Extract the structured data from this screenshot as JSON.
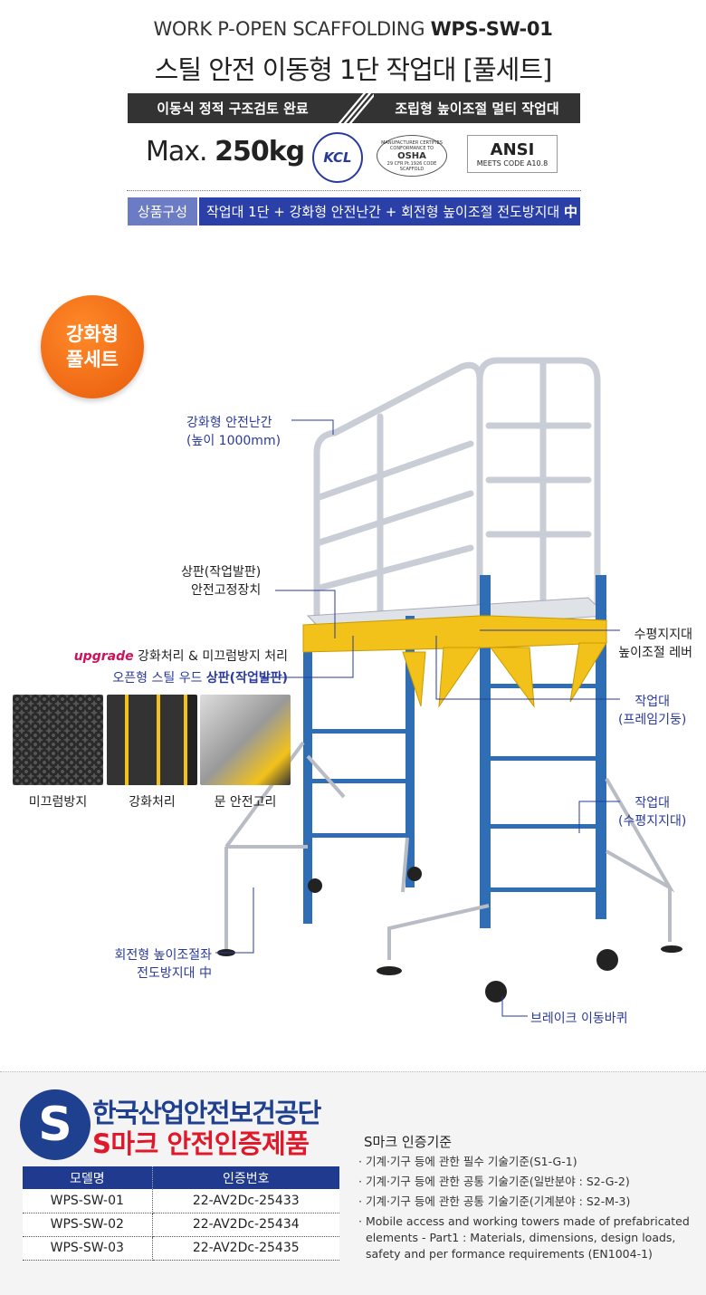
{
  "header": {
    "subtitle_prefix": "WORK P-OPEN SCAFFOLDING",
    "model": "WPS-SW-01",
    "title": "스틸 안전 이동형 1단 작업대 [풀세트]"
  },
  "banner": {
    "left": "이동식 정적 구조검토 완료",
    "right": "조립형 높이조절 멀티 작업대"
  },
  "capacity": {
    "prefix": "Max.",
    "value": "250kg"
  },
  "certs": {
    "kcl": "KCL",
    "osha_top": "MANUFACTURER CERTIFIES",
    "osha_mid": "CONFORMANCE TO",
    "osha": "OSHA",
    "osha_code": "29 CFR Pt.1926 CODE",
    "osha_bottom": "SCAFFOLD",
    "ansi": "ANSI",
    "ansi_sub": "MEETS CODE A10.8"
  },
  "composition": {
    "label": "상품구성",
    "value": "작업대 1단 + 강화형 안전난간 + 회전형 높이조절 전도방지대",
    "value_bold": "中"
  },
  "badge": {
    "line1": "강화형",
    "line2": "풀세트"
  },
  "callouts": {
    "rail1": "강화형 안전난간",
    "rail2": "(높이 1000mm)",
    "deck1": "상판(작업발판)",
    "deck2": "안전고정장치",
    "upgrade_em": "upgrade",
    "upgrade": "강화처리 & 미끄럼방지 처리",
    "open": "오픈형 스틸 우드",
    "open_bold": "상판(작업발판)",
    "lever1": "수평지지대",
    "lever2": "높이조절 레버",
    "frame1": "작업대",
    "frame2": "(프레임기둥)",
    "hbar1": "작업대",
    "hbar2": "(수평지지대)",
    "out1": "회전형 높이조절좌",
    "out2": "전도방지대 中",
    "wheel": "브레이크 이동바퀴"
  },
  "photos": [
    {
      "caption": "미끄럼방지"
    },
    {
      "caption": "강화처리"
    },
    {
      "caption": "문 안전고리"
    }
  ],
  "kosha": {
    "logo": "S",
    "org": "한국산업안전보건공단",
    "mark": "S마크 안전인증제품"
  },
  "table": {
    "headers": [
      "모델명",
      "인증번호"
    ],
    "rows": [
      [
        "WPS-SW-01",
        "22-AV2Dc-25433"
      ],
      [
        "WPS-SW-02",
        "22-AV2Dc-25434"
      ],
      [
        "WPS-SW-03",
        "22-AV2Dc-25435"
      ]
    ]
  },
  "criteria": {
    "title": "S마크 인증기준",
    "items": [
      "· 기계·기구 등에 관한 필수 기술기준(S1-G-1)",
      "· 기계·기구 등에 관한 공통 기술기준(일반분야 : S2-G-2)",
      "· 기계·기구 등에 관한 공통 기술기준(기계분야 : S2-M-3)",
      "· Mobile access and working towers made of prefabricated elements - Part1 : Materials, dimensions, design loads, safety and per formance requirements (EN1004-1)"
    ]
  }
}
